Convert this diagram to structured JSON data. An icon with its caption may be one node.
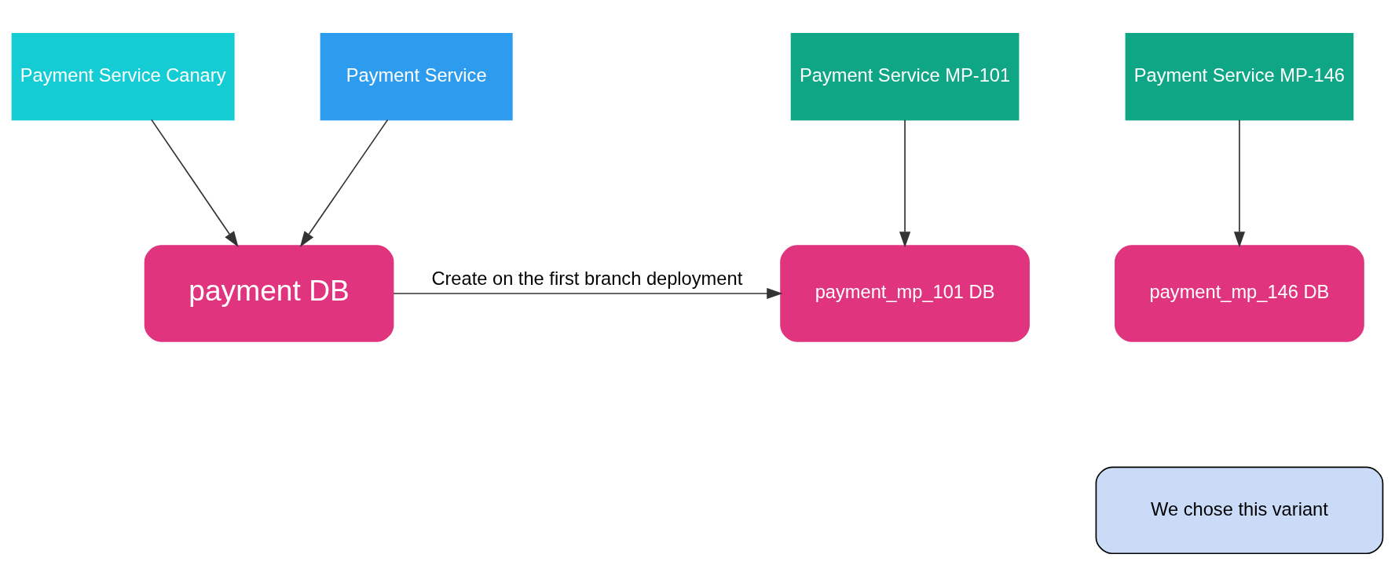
{
  "diagram": {
    "nodes": [
      {
        "text": [
          "Payment Service Canary"
        ]
      },
      {
        "text": [
          "Payment Service"
        ]
      },
      {
        "text": [
          "Payment Service MP-101"
        ]
      },
      {
        "text": [
          "Payment Service MP-146"
        ]
      },
      {
        "text": [
          "payment DB"
        ]
      },
      {
        "text": [
          "payment_mp_101 DB"
        ]
      },
      {
        "text": [
          "payment_mp_146 DB"
        ]
      },
      {
        "text": [
          "We chose this variant"
        ]
      }
    ],
    "edges": [
      {
        "from": 0,
        "to": 4,
        "arrow": "to"
      },
      {
        "from": 1,
        "to": 4,
        "arrow": "to"
      },
      {
        "from": 2,
        "to": 5,
        "arrow": "to"
      },
      {
        "from": 3,
        "to": 6,
        "arrow": "to"
      },
      {
        "from": 4,
        "to": 5,
        "arrow": "to",
        "label": "Create on the first branch deployment"
      }
    ]
  }
}
